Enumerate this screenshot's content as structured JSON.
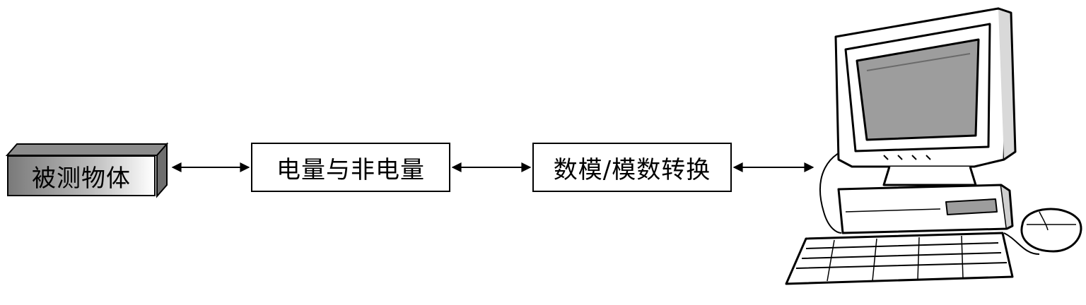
{
  "nodes": {
    "object_label": "被测物体",
    "conversion_label": "电量与非电量",
    "adda_label": "数模/模数转换"
  },
  "icons": {
    "computer": "computer-icon"
  },
  "colors": {
    "line": "#000000",
    "box_fill": "#ffffff",
    "object_gradient_dark": "#7a7a7a",
    "object_gradient_light": "#ffffff",
    "computer_gray": "#9d9d9d"
  }
}
